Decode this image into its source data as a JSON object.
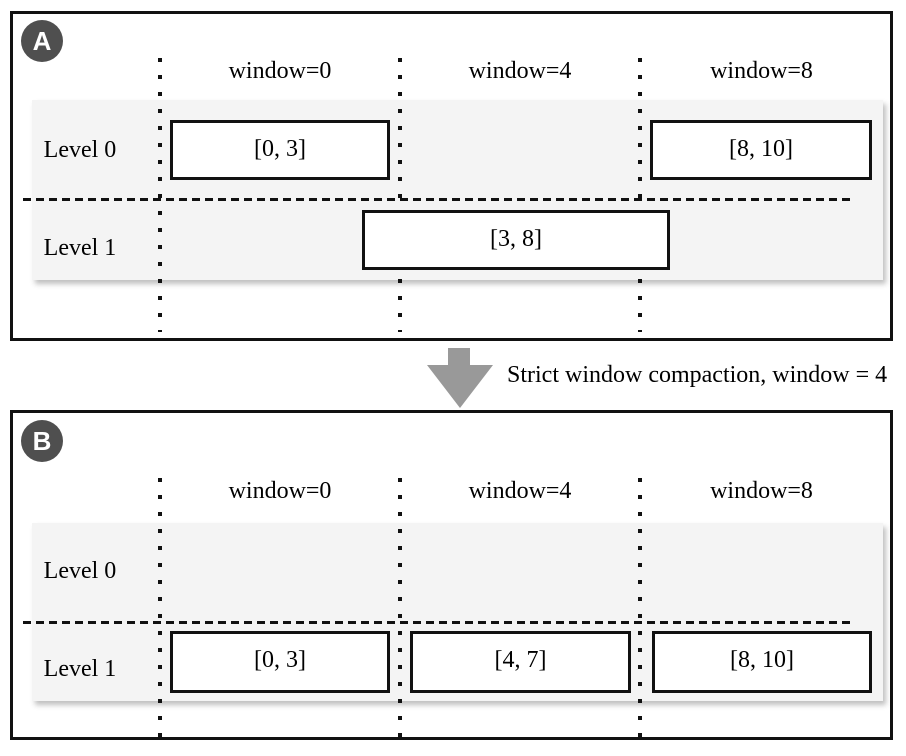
{
  "figure": {
    "arrow_label": "Strict window compaction, window = 4"
  },
  "panels": [
    {
      "badge": "A",
      "column_headers": [
        "window=0",
        "window=4",
        "window=8"
      ],
      "row_labels": [
        "Level 0",
        "Level 1"
      ],
      "level0_boxes": [
        "[0, 3]",
        "[8, 10]"
      ],
      "level1_boxes": [
        "[3, 8]"
      ]
    },
    {
      "badge": "B",
      "column_headers": [
        "window=0",
        "window=4",
        "window=8"
      ],
      "row_labels": [
        "Level 0",
        "Level 1"
      ],
      "level0_boxes": [],
      "level1_boxes": [
        "[0, 3]",
        "[4, 7]",
        "[8, 10]"
      ]
    }
  ],
  "colors": {
    "badge_background": "#4f4f4f",
    "badge_text": "#ffffff",
    "row_band_background": "#f4f4f4",
    "arrow": "#999999",
    "line": "#111111",
    "text": "#000000",
    "page_background": "#ffffff"
  }
}
